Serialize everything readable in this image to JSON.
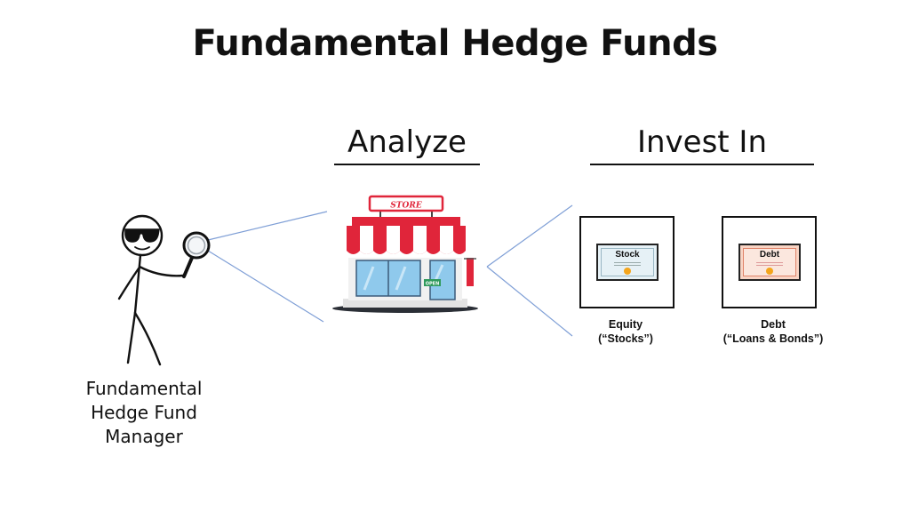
{
  "title": "Fundamental Hedge Funds",
  "headings": {
    "analyze": "Analyze",
    "invest_in": "Invest In"
  },
  "manager_label": [
    "Fundamental",
    "Hedge Fund",
    "Manager"
  ],
  "store": {
    "sign": "STORE",
    "door_sign": "OPEN"
  },
  "investments": [
    {
      "card_label": "Stock",
      "caption": [
        "Equity",
        "(“Stocks”)"
      ]
    },
    {
      "card_label": "Debt",
      "caption": [
        "Debt",
        "(“Loans & Bonds”)"
      ]
    }
  ],
  "colors": {
    "awning_red": "#e0253a",
    "window_blue": "#8fc9ec",
    "open_green": "#2f9a5c",
    "sight_line": "#7f9fd6",
    "seal_gold": "#f4a51c"
  }
}
